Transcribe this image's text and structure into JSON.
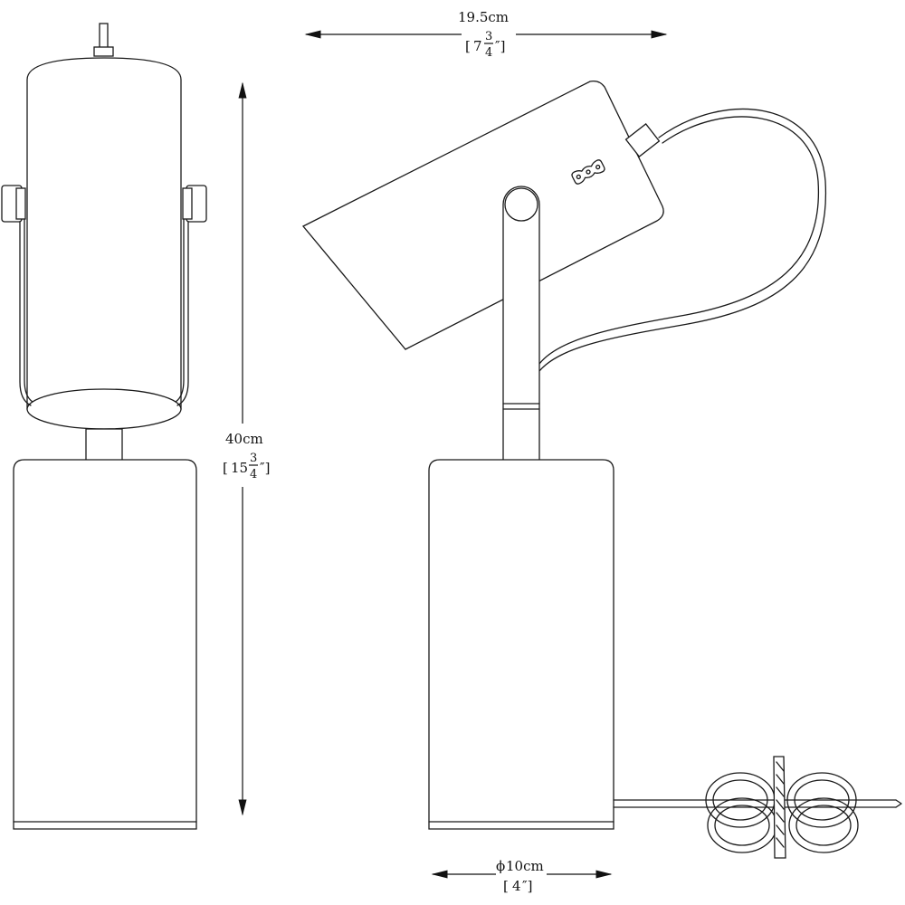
{
  "dimensions": {
    "width": {
      "metric": "19.5cm",
      "imperial_whole": "7",
      "imperial_num": "3",
      "imperial_den": "4"
    },
    "height": {
      "metric": "40cm",
      "imperial_whole": "15",
      "imperial_num": "3",
      "imperial_den": "4"
    },
    "diameter": {
      "symbol": "ϕ",
      "metric": "10cm",
      "imperial": "4"
    }
  },
  "views": [
    "front-view",
    "side-view"
  ],
  "icons": [
    "cord-coil-icon",
    "switch-icon"
  ]
}
